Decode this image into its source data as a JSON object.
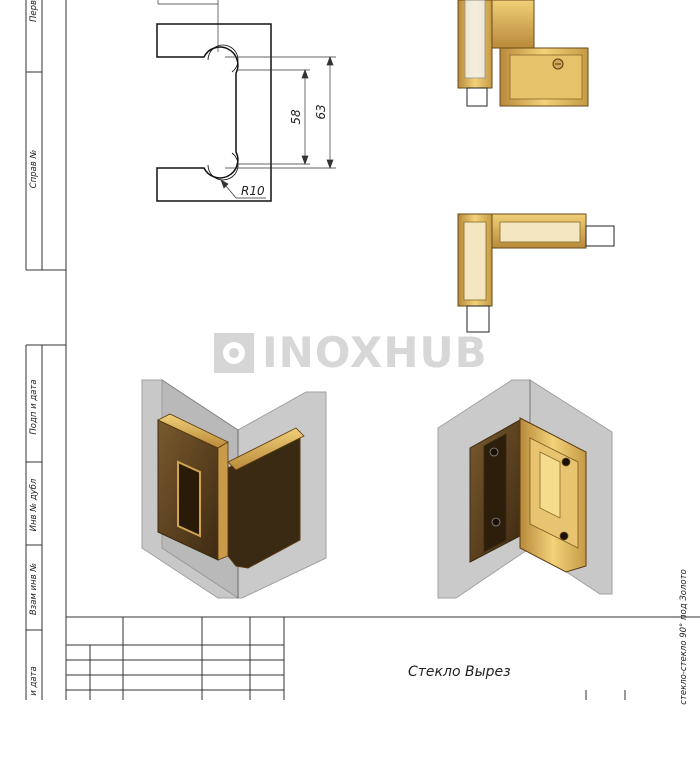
{
  "drawing": {
    "dim_58": "58",
    "dim_63": "63",
    "radius": "R10"
  },
  "left_strip": {
    "labels": [
      "Перв",
      "Справ №",
      "Подп и дата",
      "Инв № дубл",
      "Взам инв №",
      "и дата"
    ]
  },
  "watermark": {
    "text": "INOXHUB",
    "color": "#9a9a9a"
  },
  "title_block": {
    "title": "Стекло Вырез"
  },
  "right_note": {
    "text": "стекло-стекло 90° под Золото"
  },
  "colors": {
    "gold": "#d9a93b",
    "bronze": "#8a6a3a",
    "glass": "#b8b8b8"
  }
}
